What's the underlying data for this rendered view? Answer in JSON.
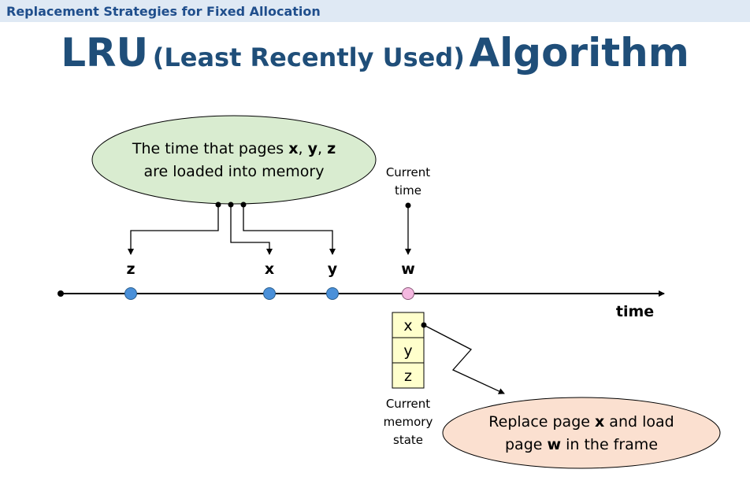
{
  "header": "Replacement Strategies for Fixed Allocation",
  "title": {
    "main": "LRU",
    "paren": "(Least Recently Used)",
    "tail": "Algorithm"
  },
  "bubble_top": {
    "line1_pre": "The time that pages ",
    "p1": "x",
    "sep1": ", ",
    "p2": "y",
    "sep2": ", ",
    "p3": "z",
    "line2": "are loaded into memory"
  },
  "current_time": {
    "line1": "Current",
    "line2": "time"
  },
  "timeline": {
    "axis_label": "time",
    "points": [
      {
        "label": "z",
        "color": "#4a90d9"
      },
      {
        "label": "x",
        "color": "#4a90d9"
      },
      {
        "label": "y",
        "color": "#4a90d9"
      },
      {
        "label": "w",
        "color": "#f4b8e0"
      }
    ]
  },
  "memory": {
    "frames": [
      "x",
      "y",
      "z"
    ],
    "fill": "#ffffcc"
  },
  "memory_caption": {
    "line1": "Current",
    "line2": "memory",
    "line3": "state"
  },
  "bubble_bottom": {
    "l1_pre": "Replace page ",
    "l1_b": "x",
    "l1_post": " and load",
    "l2_pre": "page ",
    "l2_b": "w",
    "l2_post": " in the frame"
  },
  "colors": {
    "top_bubble": "#d9ecd0",
    "bottom_bubble": "#fbe0d0",
    "title": "#1f4e79"
  }
}
